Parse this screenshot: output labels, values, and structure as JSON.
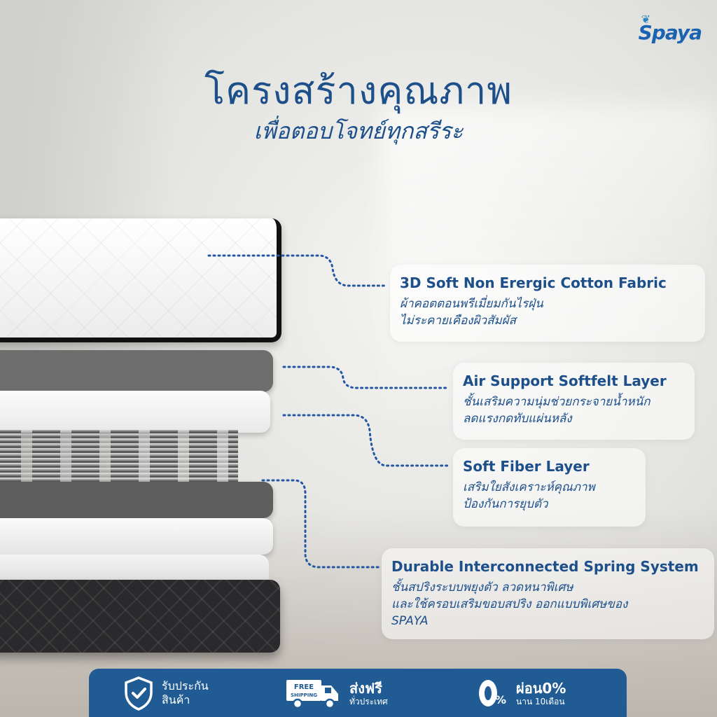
{
  "brand": {
    "logo_text": "Spaya"
  },
  "heading": {
    "title": "โครงสร้างคุณภาพ",
    "subtitle": "เพื่อตอบโจทย์ทุกสรีระ"
  },
  "layers": [
    {
      "title": "3D Soft Non Erergic Cotton Fabric",
      "desc": "ผ้าคอตตอนพรีเมี่ยมกันไรฝุ่น\nไม่ระคายเคืองผิวสัมผัส"
    },
    {
      "title": "Air Support Softfelt Layer",
      "desc": "ชั้นเสริมความนุ่มช่วยกระจายน้ำหนัก\nลดแรงกดทับแผ่นหลัง"
    },
    {
      "title": "Soft Fiber Layer",
      "desc": "เสริมใยสังเคราะห์คุณภาพ\nป้องกันการยุบตัว"
    },
    {
      "title": "Durable Interconnected Spring System",
      "desc": "ชั้นสปริงระบบพยุงตัว ลวดหนาพิเศษ\nและใช้ครอบเสริมขอบสปริง ออกแบบพิเศษของ\nSPAYA"
    }
  ],
  "footer": {
    "warranty": {
      "line1": "รับประกัน",
      "line2": "สินค้า",
      "icon": "shield-check-icon"
    },
    "shipping": {
      "badge_line1": "FREE",
      "badge_line2": "SHIPPING",
      "title": "ส่งฟรี",
      "sub": "ทั่วประเทศ",
      "icon": "truck-icon"
    },
    "installment": {
      "badge": "0%",
      "title": "ผ่อน0%",
      "sub": "นาน 10เดือน",
      "icon": "zero-percent-icon"
    }
  },
  "colors": {
    "accent": "#1d4f8a",
    "bar": "#205c93",
    "leader": "#2456a4"
  }
}
